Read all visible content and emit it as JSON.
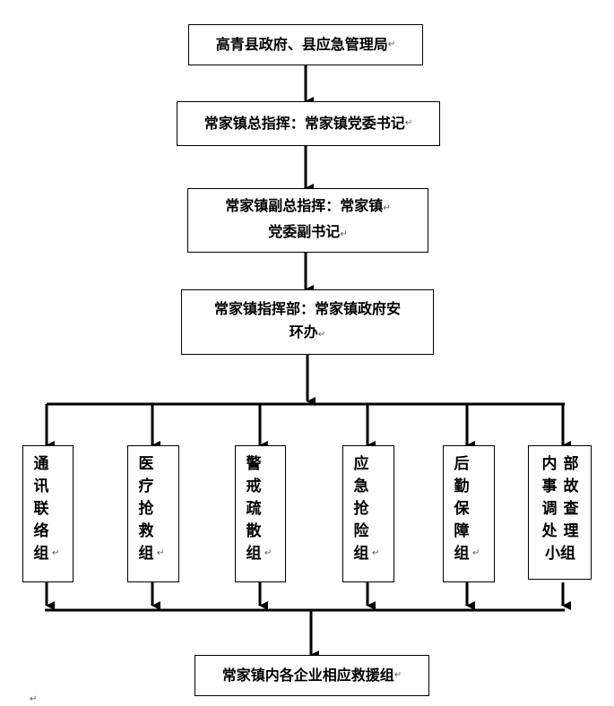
{
  "boxes": {
    "top": "高青县政府、县应急管理局",
    "commander": "常家镇总指挥：常家镇党委书记",
    "deputy_line1": "常家镇副总指挥：常家镇",
    "deputy_line2": "党委副书记",
    "hq_line1": "常家镇指挥部：常家镇政府安",
    "hq_line2": "环办",
    "bottom": "常家镇内各企业相应救援组"
  },
  "groups": [
    "通讯联络组",
    "医疗抢救组",
    "警戒疏散组",
    "应急抢险组",
    "后勤保障组"
  ],
  "group6": {
    "col1": "内事调处",
    "col2": "部故查理",
    "tail": "小组"
  }
}
